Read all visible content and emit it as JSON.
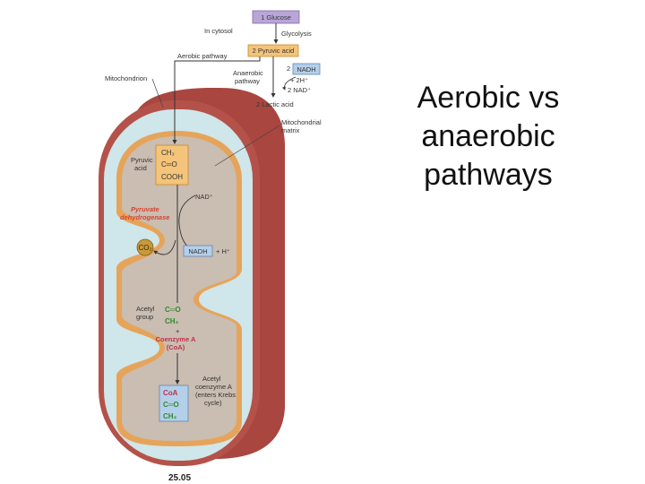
{
  "slide": {
    "title_lines": [
      "Aerobic vs",
      "anaerobic",
      "pathways"
    ],
    "figure_number": "25.05"
  },
  "diagram": {
    "glucose": "1 Glucose",
    "glycolysis": "Glycolysis",
    "in_cytosol": "In cytosol",
    "pyruvic_acid_box": "2 Pyruvic acid",
    "aerobic_pathway": "Aerobic pathway",
    "anaerobic_pathway_lines": [
      "Anaerobic",
      "pathway"
    ],
    "nadh_coeff": "2",
    "nadh": "NADH",
    "plus_2h": "+ 2H⁺",
    "two_nad": "2 NAD⁺",
    "lactic_acid": "2 Lactic acid",
    "mitochondrion": "Mitochondrion",
    "mito_matrix_lines": [
      "Mitochondrial",
      "matrix"
    ],
    "pyruvic_acid_label_lines": [
      "Pyruvic",
      "acid"
    ],
    "pyruvic_formula": [
      "CH₃",
      "C═O",
      "COOH"
    ],
    "nad_plus": "NAD⁺",
    "enzyme_lines": [
      "Pyruvate",
      "dehydrogenase"
    ],
    "co2": "CO₂",
    "nadh_2": "NADH",
    "plus_h": "+ H⁺",
    "acetyl_group_lines": [
      "Acetyl",
      "group"
    ],
    "acetyl_formula": [
      "C═O",
      "CH₃"
    ],
    "plus": "+",
    "coa_lines": [
      "Coenzyme A",
      "(CoA)"
    ],
    "acetyl_coa_lines": [
      "Acetyl",
      "coenzyme A",
      "(enters Krebs",
      "cycle)"
    ],
    "acetyl_coa_formula": [
      "CoA",
      "C═O",
      "CH₃"
    ]
  },
  "colors": {
    "outer_membrane": "#b4524a",
    "intermembrane": "#cfe6ea",
    "inner_membrane": "#e6a45a",
    "matrix": "#cabdb1",
    "box_purple": "#b9a6d8",
    "box_orange": "#f4c47a",
    "box_blue": "#b4cfe9",
    "enzyme_red": "#d8432f",
    "green": "#2e8b2e",
    "coa_red": "#c0304a"
  }
}
